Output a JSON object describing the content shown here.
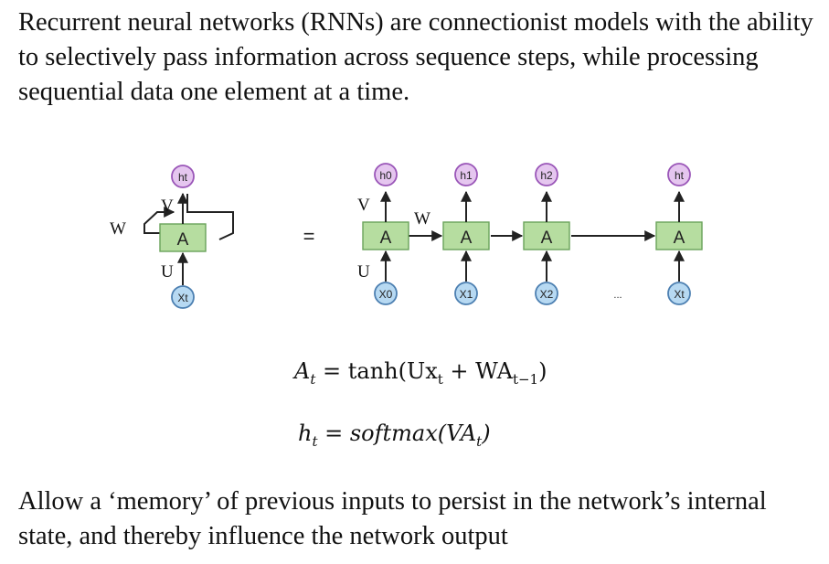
{
  "intro_text": "Recurrent neural networks (RNNs) are connectionist models with the ability to selectively pass information across sequence steps, while processing sequential data one element at a time.",
  "outro_text": "Allow a ‘memory’ of previous inputs to persist in the network’s internal state, and thereby influence the network output",
  "diagram": {
    "cell_label": "A",
    "equals": "=",
    "ellipsis": "...",
    "weight_labels": {
      "w": "W",
      "v": "V",
      "u": "U"
    },
    "folded": {
      "h": "ht",
      "x": "Xt"
    },
    "unrolled": [
      {
        "h": "h0",
        "x": "X0"
      },
      {
        "h": "h1",
        "x": "X1"
      },
      {
        "h": "h2",
        "x": "X2"
      },
      {
        "h": "ht",
        "x": "Xt"
      }
    ]
  },
  "equations": {
    "eq1": {
      "lhs": "A",
      "lhs_sub": "t",
      "eq": " = tanh(Ux",
      "x_sub": "t",
      "mid": " + WA",
      "a_sub": "t−1",
      "close": ")"
    },
    "eq2": {
      "lhs": "h",
      "lhs_sub": "t",
      "eq": " = softmax(VA",
      "a_sub": "t",
      "close": ")"
    }
  },
  "colors": {
    "h_node": "#e5c6ef",
    "x_node": "#b7d9f2",
    "cell": "#b6dda0"
  }
}
